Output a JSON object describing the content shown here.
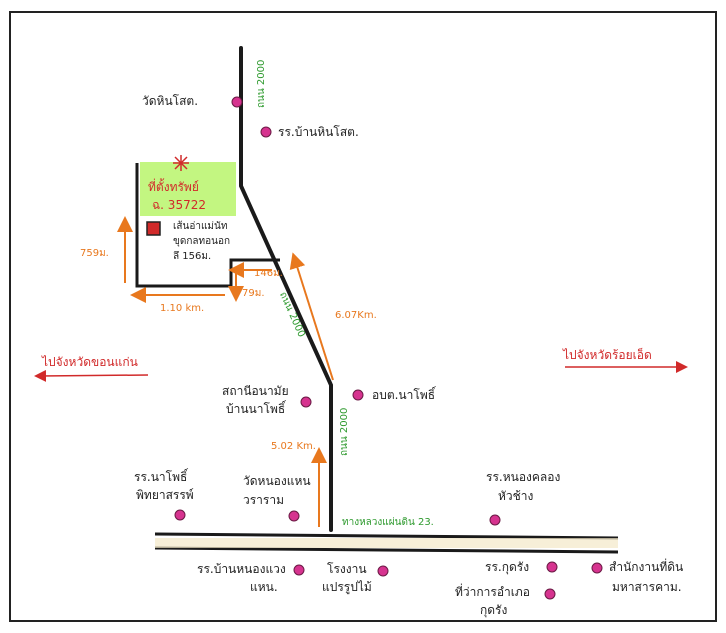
{
  "map": {
    "colors": {
      "road": "#1a1a1a",
      "poi": "#d6338f",
      "arrow_orange": "#e8781e",
      "arrow_red": "#d12a2a",
      "highlight": "#b8f56b",
      "marker": "#d12a2a",
      "road_number": "#2e9a2e"
    },
    "labels": {
      "wat_hinso": "วัดหินโสต.",
      "school_hinso": "รร.บ้านหินโสต.",
      "site_title": "ที่ตั้งทรัพย์",
      "deed_no": "ฉ. 35722",
      "site_desc_line1": "เส้นอ่าแม่นัท",
      "site_desc_line2": "ขุดกลทอนอก",
      "site_desc_line3": "ลึ 156ม.",
      "dist_left_vertical": "759ม.",
      "dist_bottom": "1.10 km.",
      "dist_146": "146ม.",
      "dist_79": "79ม.",
      "dist_607": "6.07Km.",
      "dist_502": "5.02 Km.",
      "road_top": "ถนน 2000",
      "road_mid": "ถนน 2000",
      "road_low": "ถนน 2000",
      "highway": "ทางหลวงแผ่นดิน 23.",
      "to_khonkaen": "ไปจังหวัดขอนแก่น",
      "to_roiet": "ไปจังหวัดร้อยเอ็ด",
      "health_center_line1": "สถานีอนามัย",
      "health_center_line2": "บ้านนาโพธิ์",
      "obt_napho": "อบต.นาโพธิ์",
      "school_napho_line1": "รร.นาโพธิ์",
      "school_napho_line2": "พิทยาสรรพ์",
      "wat_nongwaeng_line1": "วัดหนองแหน",
      "wat_nongwaeng_line2": "วราราม",
      "school_nongkhlong_line1": "รร.หนองคลอง",
      "school_nongkhlong_line2": "หัวช้าง",
      "school_nongwaeng_line1": "รร.บ้านหนองแวง",
      "school_nongwaeng_line2": "แหน.",
      "factory_line1": "โรงงาน",
      "factory_line2": "แปรรูปไม้",
      "district_school": "รร.กุดรัง",
      "district_office_line1": "ที่ว่าการอำเภอ",
      "district_office_line2": "กุดรัง",
      "land_office_line1": "สำนักงานที่ดิน",
      "land_office_line2": "มหาสารคาม."
    }
  }
}
